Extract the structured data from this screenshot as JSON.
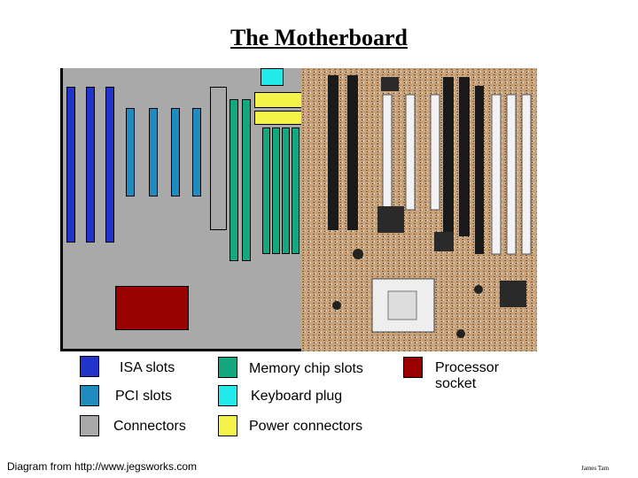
{
  "title": "The Motherboard",
  "legend": [
    {
      "label": "ISA slots",
      "color": "#2233cc"
    },
    {
      "label": "PCI slots",
      "color": "#1f8bbf"
    },
    {
      "label": "Connectors",
      "color": "#a9a9a9"
    },
    {
      "label": "Memory chip slots",
      "color": "#13a880"
    },
    {
      "label": "Keyboard plug",
      "color": "#22eaea"
    },
    {
      "label": "Power connectors",
      "color": "#f3f34a"
    },
    {
      "label": "Processor socket",
      "color": "#990000"
    }
  ],
  "caption": "Diagram from http://www.jegsworks.com",
  "author": "James Tam"
}
